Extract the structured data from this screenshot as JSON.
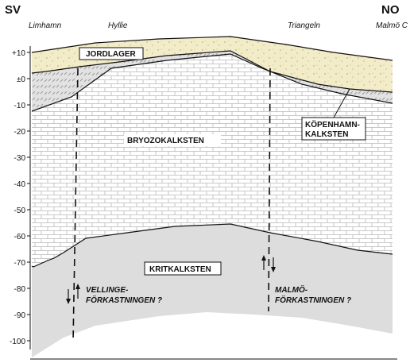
{
  "header": {
    "left_direction": "SV",
    "right_direction": "NO"
  },
  "places": [
    "Limhamn",
    "Hyllie",
    "Triangeln",
    "Malmö C"
  ],
  "depth_axis": {
    "ticks": [
      "+10",
      "±0",
      "-10",
      "-20",
      "-30",
      "-40",
      "-50",
      "-60",
      "-70",
      "-80",
      "-90",
      "-100"
    ]
  },
  "units": {
    "jordlager": "JORDLAGER",
    "bryozokalksten": "BRYOZOKALKSTEN",
    "kopenhamn_line1": "KÖPENHAMN-",
    "kopenhamn_line2": "KALKSTEN",
    "kritkalksten": "KRITKALKSTEN"
  },
  "faults": {
    "vellinge_line1": "VELLINGE-",
    "vellinge_line2": "FÖRKASTNINGEN ?",
    "malmo_line1": "MALMÖ-",
    "malmo_line2": "FÖRKASTNINGEN ?"
  },
  "colors": {
    "soil": "#f3ecc8",
    "kopenhamn": "#e2e2e2",
    "limestone": "#ffffff",
    "chalk": "#dddddd",
    "lines": "#111111"
  }
}
